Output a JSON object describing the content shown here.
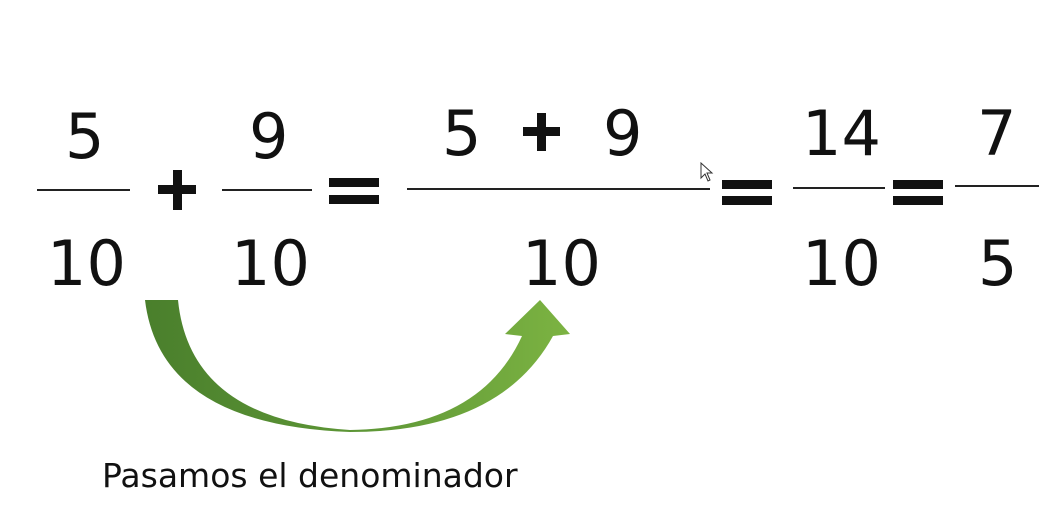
{
  "expression": {
    "fraction_1": {
      "numerator": "5",
      "denominator": "10"
    },
    "fraction_2": {
      "numerator": "9",
      "denominator": "10"
    },
    "combined": {
      "numerator_left": "5",
      "numerator_right": "9",
      "denominator": "10"
    },
    "result_1": {
      "numerator": "14",
      "denominator": "10"
    },
    "result_2": {
      "numerator": "7",
      "denominator": "5"
    }
  },
  "caption": "Pasamos el denominador",
  "icons": {
    "arrow": "curved-arrow-icon",
    "cursor": "mouse-pointer-icon"
  },
  "colors": {
    "arrow_light": "#7cb342",
    "arrow_dark": "#4a7f2c",
    "text": "#111111",
    "background": "#ffffff"
  }
}
